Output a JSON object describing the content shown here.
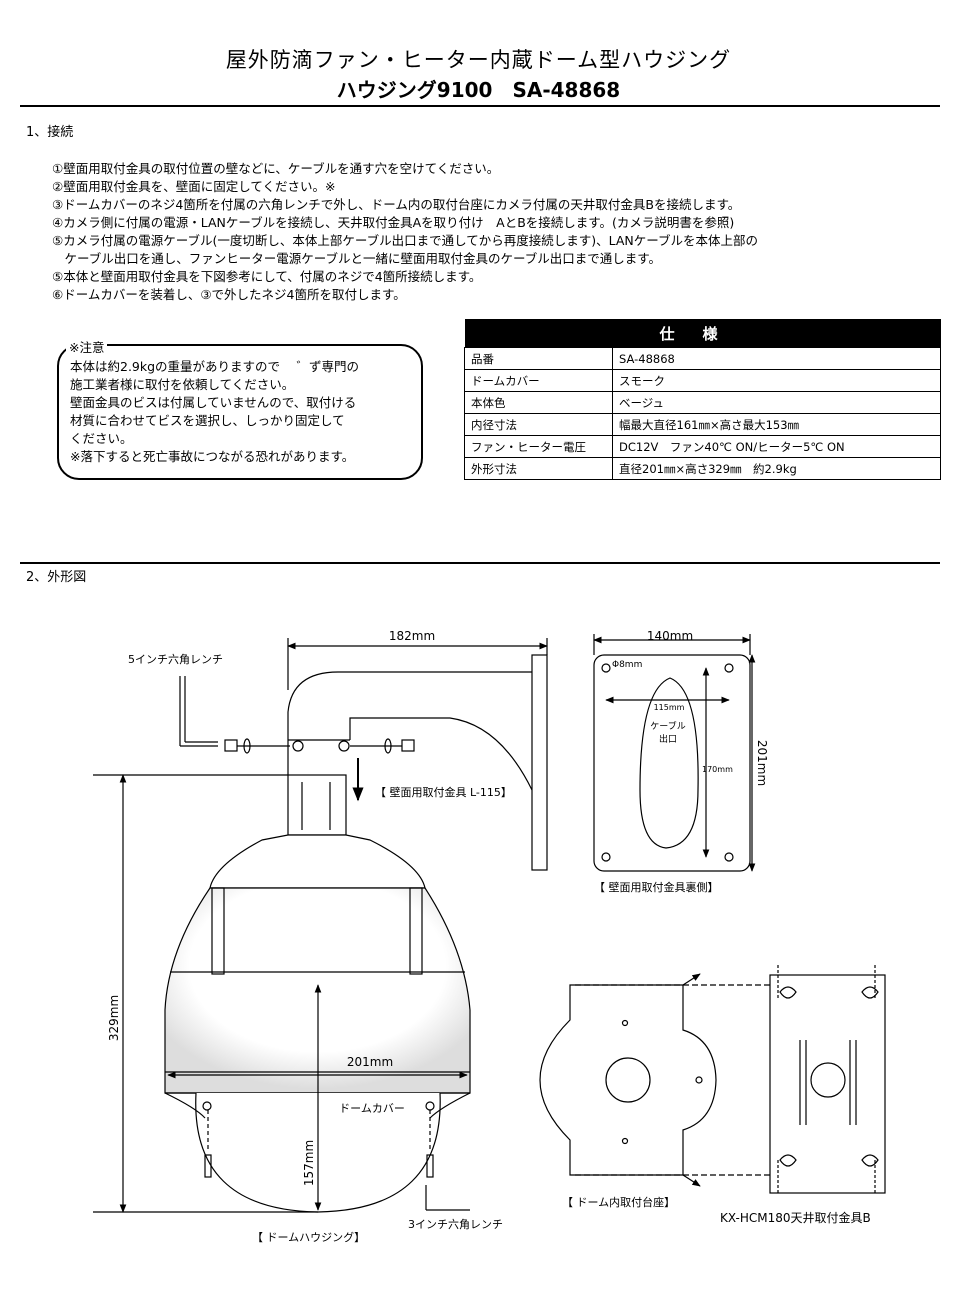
{
  "header": {
    "title": "屋外防滴ファン・ヒーター内蔵ドーム型ハウジング",
    "subtitle": "ハウジング9100　SA-48868"
  },
  "section1": {
    "heading": "1、接続",
    "steps": [
      "①壁面用取付金具の取付位置の壁などに、ケーブルを通す穴を空けてください。",
      "②壁面用取付金具を、壁面に固定してください。※",
      "③ドームカバーのネジ4箇所を付属の六角レンチで外し、ドーム内の取付台座にカメラ付属の天井取付金具Bを接続します。",
      "④カメラ側に付属の電源・LANケーブルを接続し、天井取付金具Aを取り付け　AとBを接続します。(カメラ説明書を参照)",
      "⑤カメラ付属の電源ケーブル(一度切断し、本体上部ケーブル出口まで通してから再度接続します)、LANケーブルを本体上部の",
      "　ケーブル出口を通し、ファンヒーター電源ケーブルと一緒に壁面用取付金具のケーブル出口まで通します。",
      "⑤本体と壁面用取付金具を下図参考にして、付属のネジで4箇所接続します。",
      "⑥ドームカバーを装着し、③で外したネジ4箇所を取付します。"
    ]
  },
  "note": {
    "label": "※注意",
    "lines": [
      "本体は約2.9kgの重量がありますので　 ゛ず専門の",
      "施工業者様に取付を依頼してください。",
      "壁面金具のビスは付属していませんので、取付ける",
      "材質に合わせてビスを選択し、しっかり固定して",
      "ください。",
      "※落下すると死亡事故につながる恐れがあります。"
    ]
  },
  "spec": {
    "title": "仕様",
    "rows": [
      {
        "key": "品番",
        "value": "SA-48868"
      },
      {
        "key": "ドームカバー",
        "value": "スモーク"
      },
      {
        "key": "本体色",
        "value": "ベージュ"
      },
      {
        "key": "内径寸法",
        "value": "幅最大直径161㎜×高さ最大153㎜"
      },
      {
        "key": "ファン・ヒーター電圧",
        "value": "DC12V　ファン40℃ ON/ヒーター5℃ ON"
      },
      {
        "key": "外形寸法",
        "value": "直径201㎜×高さ329㎜　約2.9kg"
      }
    ]
  },
  "section2": {
    "heading": "2、外形図"
  },
  "drawing": {
    "dim_182": "182mm",
    "dim_140": "140mm",
    "dim_201_vertical": "201mm",
    "dim_329": "329mm",
    "dim_201_horizontal": "201mm",
    "dim_157": "157mm",
    "dim_115": "115mm",
    "dim_170": "170mm",
    "hole_dia": "Φ8mm",
    "cable_exit_1": "ケーブル",
    "cable_exit_2": "出口",
    "wrench5": "5インチ六角レンチ",
    "wrench3": "3インチ六角レンチ",
    "bracket_label": "【 壁面用取付金具 L-115】",
    "bracket_back_label": "【 壁面用取付金具裏側】",
    "dome_cover_label": "ドームカバー",
    "dome_housing_label": "【 ドームハウジング】",
    "mount_base_label": "【 ドーム内取付台座】",
    "ceiling_mount_label": "KX-HCM180天井取付金具B"
  }
}
